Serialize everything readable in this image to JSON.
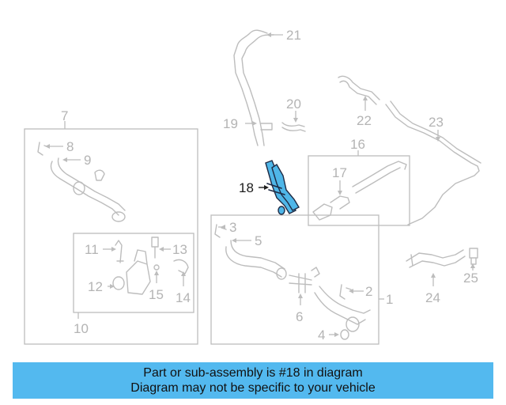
{
  "diagram": {
    "highlighted_part": "18",
    "callouts": [
      "1",
      "2",
      "3",
      "4",
      "5",
      "6",
      "7",
      "8",
      "9",
      "10",
      "11",
      "12",
      "13",
      "14",
      "15",
      "16",
      "17",
      "18",
      "19",
      "20",
      "21",
      "22",
      "23",
      "24",
      "25"
    ]
  },
  "banner": {
    "line1": "Part or sub-assembly is #18 in diagram",
    "line2": "Diagram may not be specific to your vehicle"
  },
  "colors": {
    "banner_bg": "#53b9ef",
    "highlight_fill": "#4fb6e8",
    "highlight_stroke": "#1e2a44",
    "line_art": "#bdbdbd",
    "label_text": "#b4b4b4"
  }
}
